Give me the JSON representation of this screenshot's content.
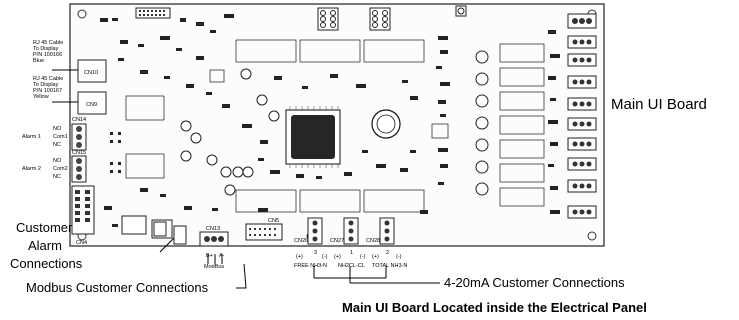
{
  "labels": {
    "rj45_1": [
      "RJ 45 Cable",
      "To Display",
      "P/N 100166",
      "Blue"
    ],
    "rj45_2": [
      "RJ 45 Cable",
      "To Display",
      "P/N 100167",
      "Yellow"
    ],
    "cn10": "CN10",
    "cn9": "CN9",
    "cn14": "CN14",
    "cn15": "CN15",
    "cn4": "CN4",
    "cn5": "CN5",
    "cn13": "CN13",
    "cn26": "CN26",
    "cn27": "CN27",
    "cn28": "CN28",
    "alarm1": "Alarm 1",
    "alarm2": "Alarm 2",
    "com1": "Com1",
    "com2": "Com2",
    "no": "NO",
    "nc": "NC",
    "b_plus": "B+",
    "a_minus": "A-",
    "modbus": "ModBus",
    "plus": "(+)",
    "minus": "(-)",
    "n3": "3",
    "n1": "1",
    "n2": "2",
    "free_nh3": "FREE NH3-N",
    "nh2cl": "NH2CL-CL",
    "total_nh3": "TOTAL NH3-N",
    "main_ui_board": "Main UI Board",
    "customer_alarm": [
      "Customer",
      "Alarm",
      "Connections"
    ],
    "modbus_conn": "Modbus Customer Connections",
    "ma_conn": "4-20mA Customer Connections",
    "caption": "Main UI Board Located inside the Electrical Panel"
  }
}
